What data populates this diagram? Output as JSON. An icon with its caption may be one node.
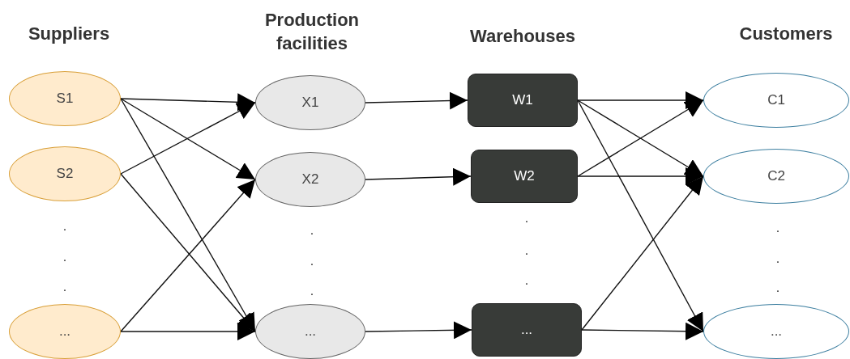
{
  "diagram": {
    "nodes": [
      {
        "text": [
          "S1"
        ]
      },
      {
        "text": [
          "S2"
        ]
      },
      {
        "text": [
          "..."
        ]
      },
      {
        "text": [
          "X1"
        ]
      },
      {
        "text": [
          "X2"
        ]
      },
      {
        "text": [
          "..."
        ]
      },
      {
        "text": [
          "W1"
        ]
      },
      {
        "text": [
          "W2"
        ]
      },
      {
        "text": [
          "..."
        ]
      },
      {
        "text": [
          "C1"
        ]
      },
      {
        "text": [
          "C2"
        ]
      },
      {
        "text": [
          "..."
        ]
      }
    ],
    "edges": [
      {
        "from": 0,
        "to": 3,
        "arrow": "to"
      },
      {
        "from": 0,
        "to": 4,
        "arrow": "to"
      },
      {
        "from": 0,
        "to": 5,
        "arrow": "to"
      },
      {
        "from": 1,
        "to": 3,
        "arrow": "to"
      },
      {
        "from": 1,
        "to": 5,
        "arrow": "to"
      },
      {
        "from": 2,
        "to": 4,
        "arrow": "to"
      },
      {
        "from": 2,
        "to": 5,
        "arrow": "to"
      },
      {
        "from": 3,
        "to": 6,
        "arrow": "to"
      },
      {
        "from": 4,
        "to": 7,
        "arrow": "to"
      },
      {
        "from": 5,
        "to": 8,
        "arrow": "to"
      },
      {
        "from": 6,
        "to": 9,
        "arrow": "to"
      },
      {
        "from": 6,
        "to": 10,
        "arrow": "to"
      },
      {
        "from": 6,
        "to": 11,
        "arrow": "to"
      },
      {
        "from": 7,
        "to": 9,
        "arrow": "to"
      },
      {
        "from": 7,
        "to": 10,
        "arrow": "to"
      },
      {
        "from": 8,
        "to": 10,
        "arrow": "to"
      },
      {
        "from": 8,
        "to": 11,
        "arrow": "to"
      }
    ],
    "labels": [
      "Suppliers",
      "Production facilities",
      "Warehouses",
      "Customers",
      ".",
      ".",
      ".",
      ".",
      ".",
      ".",
      ".",
      ".",
      ".",
      ".",
      ".",
      "."
    ]
  }
}
